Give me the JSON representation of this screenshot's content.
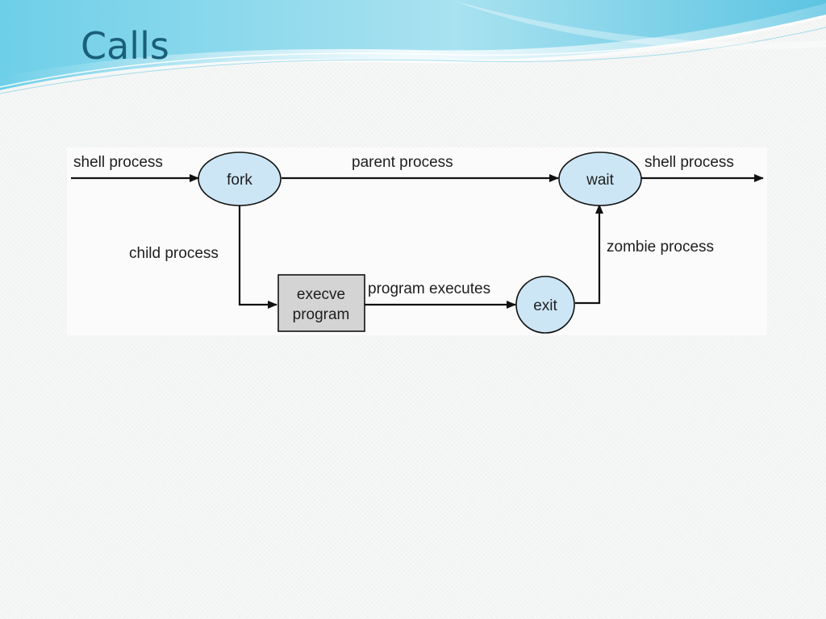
{
  "slide": {
    "title_line1": "Illustration of Process Control",
    "title_line2": "Calls"
  },
  "colors": {
    "title": "#1a5f7a",
    "ellipse_fill": "#cde6f5",
    "box_fill": "#d4d4d4",
    "stroke": "#111111"
  },
  "diagram": {
    "nodes": {
      "fork": "fork",
      "wait": "wait",
      "exit": "exit",
      "execve_line1": "execve",
      "execve_line2": "program"
    },
    "edge_labels": {
      "shell_in": "shell process",
      "parent": "parent process",
      "shell_out": "shell process",
      "child": "child process",
      "program_executes": "program executes",
      "zombie": "zombie process"
    }
  }
}
